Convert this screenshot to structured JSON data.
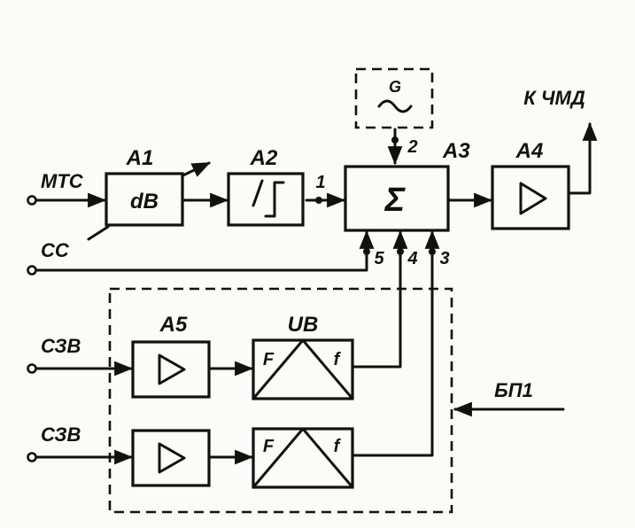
{
  "inputs": {
    "mts": "МТС",
    "ss": "СС",
    "szv1": "СЗВ",
    "szv2": "СЗВ"
  },
  "output": "К ЧМД",
  "power": "БП1",
  "blocks": {
    "a1": {
      "name": "А1",
      "inner": "dB"
    },
    "a2": {
      "name": "А2"
    },
    "a3": {
      "name": "А3",
      "inner": "Σ"
    },
    "a4": {
      "name": "А4"
    },
    "a5": {
      "name": "А5"
    },
    "ub": {
      "name": "UB",
      "left": "F",
      "right": "f"
    },
    "ub2": {
      "left": "F",
      "right": "f"
    },
    "gen": {
      "inner": "G"
    }
  },
  "nodes": [
    "1",
    "2",
    "3",
    "4",
    "5"
  ]
}
